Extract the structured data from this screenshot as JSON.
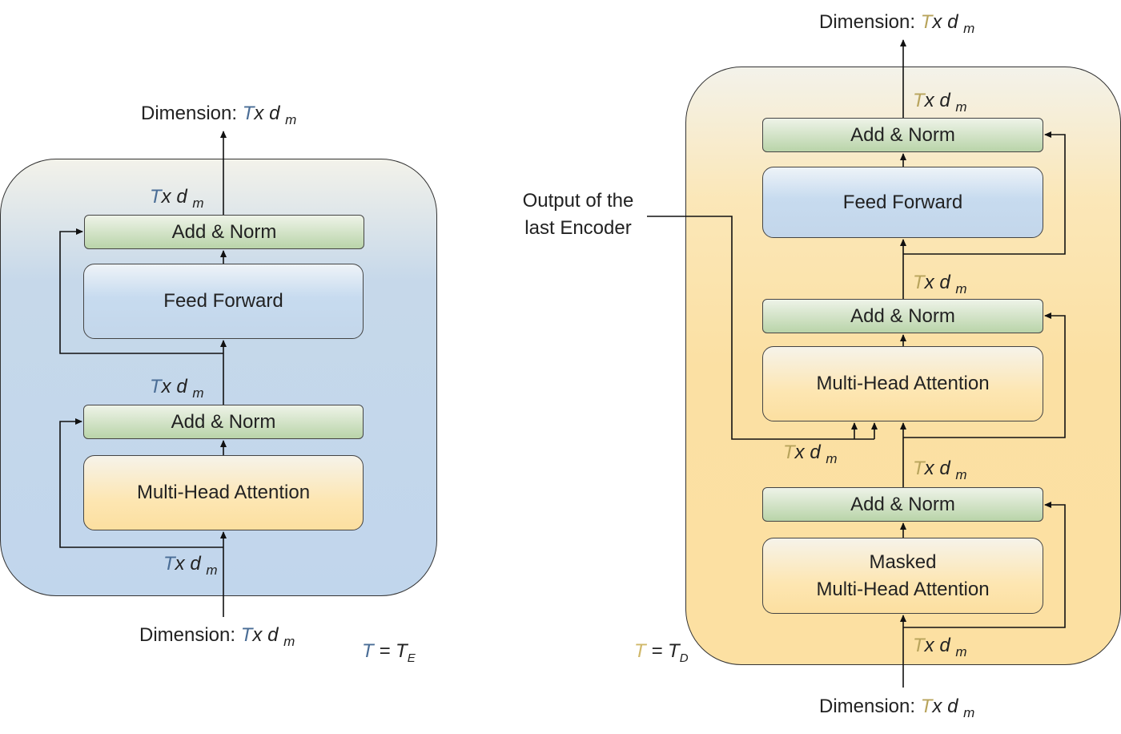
{
  "encoder": {
    "top_dimension": {
      "prefix": "Dimension: ",
      "t": "T",
      "x": "x",
      "d": "d",
      "m": "m"
    },
    "bottom_dimension": {
      "prefix": "Dimension: ",
      "t": "T",
      "x": "x",
      "d": "d",
      "m": "m"
    },
    "add_norm_top": "Add & Norm",
    "feed_forward": "Feed Forward",
    "add_norm_bottom": "Add & Norm",
    "attention": "Multi-Head Attention",
    "txd": {
      "t": "T",
      "x": "x",
      "d": "d",
      "m": "m"
    },
    "equation": {
      "lhs": "T",
      "eq": " = ",
      "rhs": "T",
      "sub": "E"
    }
  },
  "decoder": {
    "top_dimension": {
      "prefix": "Dimension: ",
      "t": "T",
      "x": "x",
      "d": "d",
      "m": "m"
    },
    "bottom_dimension": {
      "prefix": "Dimension: ",
      "t": "T",
      "x": "x",
      "d": "d",
      "m": "m"
    },
    "add_norm_top": "Add & Norm",
    "feed_forward": "Feed Forward",
    "add_norm_middle": "Add & Norm",
    "cross_attention": "Multi-Head Attention",
    "add_norm_bottom": "Add & Norm",
    "masked_attention": "Masked\nMulti-Head Attention",
    "encoder_output_label": "Output of the\nlast Encoder",
    "txd": {
      "t": "T",
      "x": "x",
      "d": "d",
      "m": "m"
    },
    "equation": {
      "lhs": "T",
      "eq": " = ",
      "rhs": "T",
      "sub": "D"
    }
  },
  "colors": {
    "encoder_bg": "#c1d6ec",
    "decoder_bg": "#fce0a2",
    "add_norm": "#b9d4a9",
    "feed_forward": "#c3d6ea",
    "attention": "#fcdfa0",
    "encoder_T": "#4a6d96",
    "decoder_T": "#b8a45c"
  }
}
